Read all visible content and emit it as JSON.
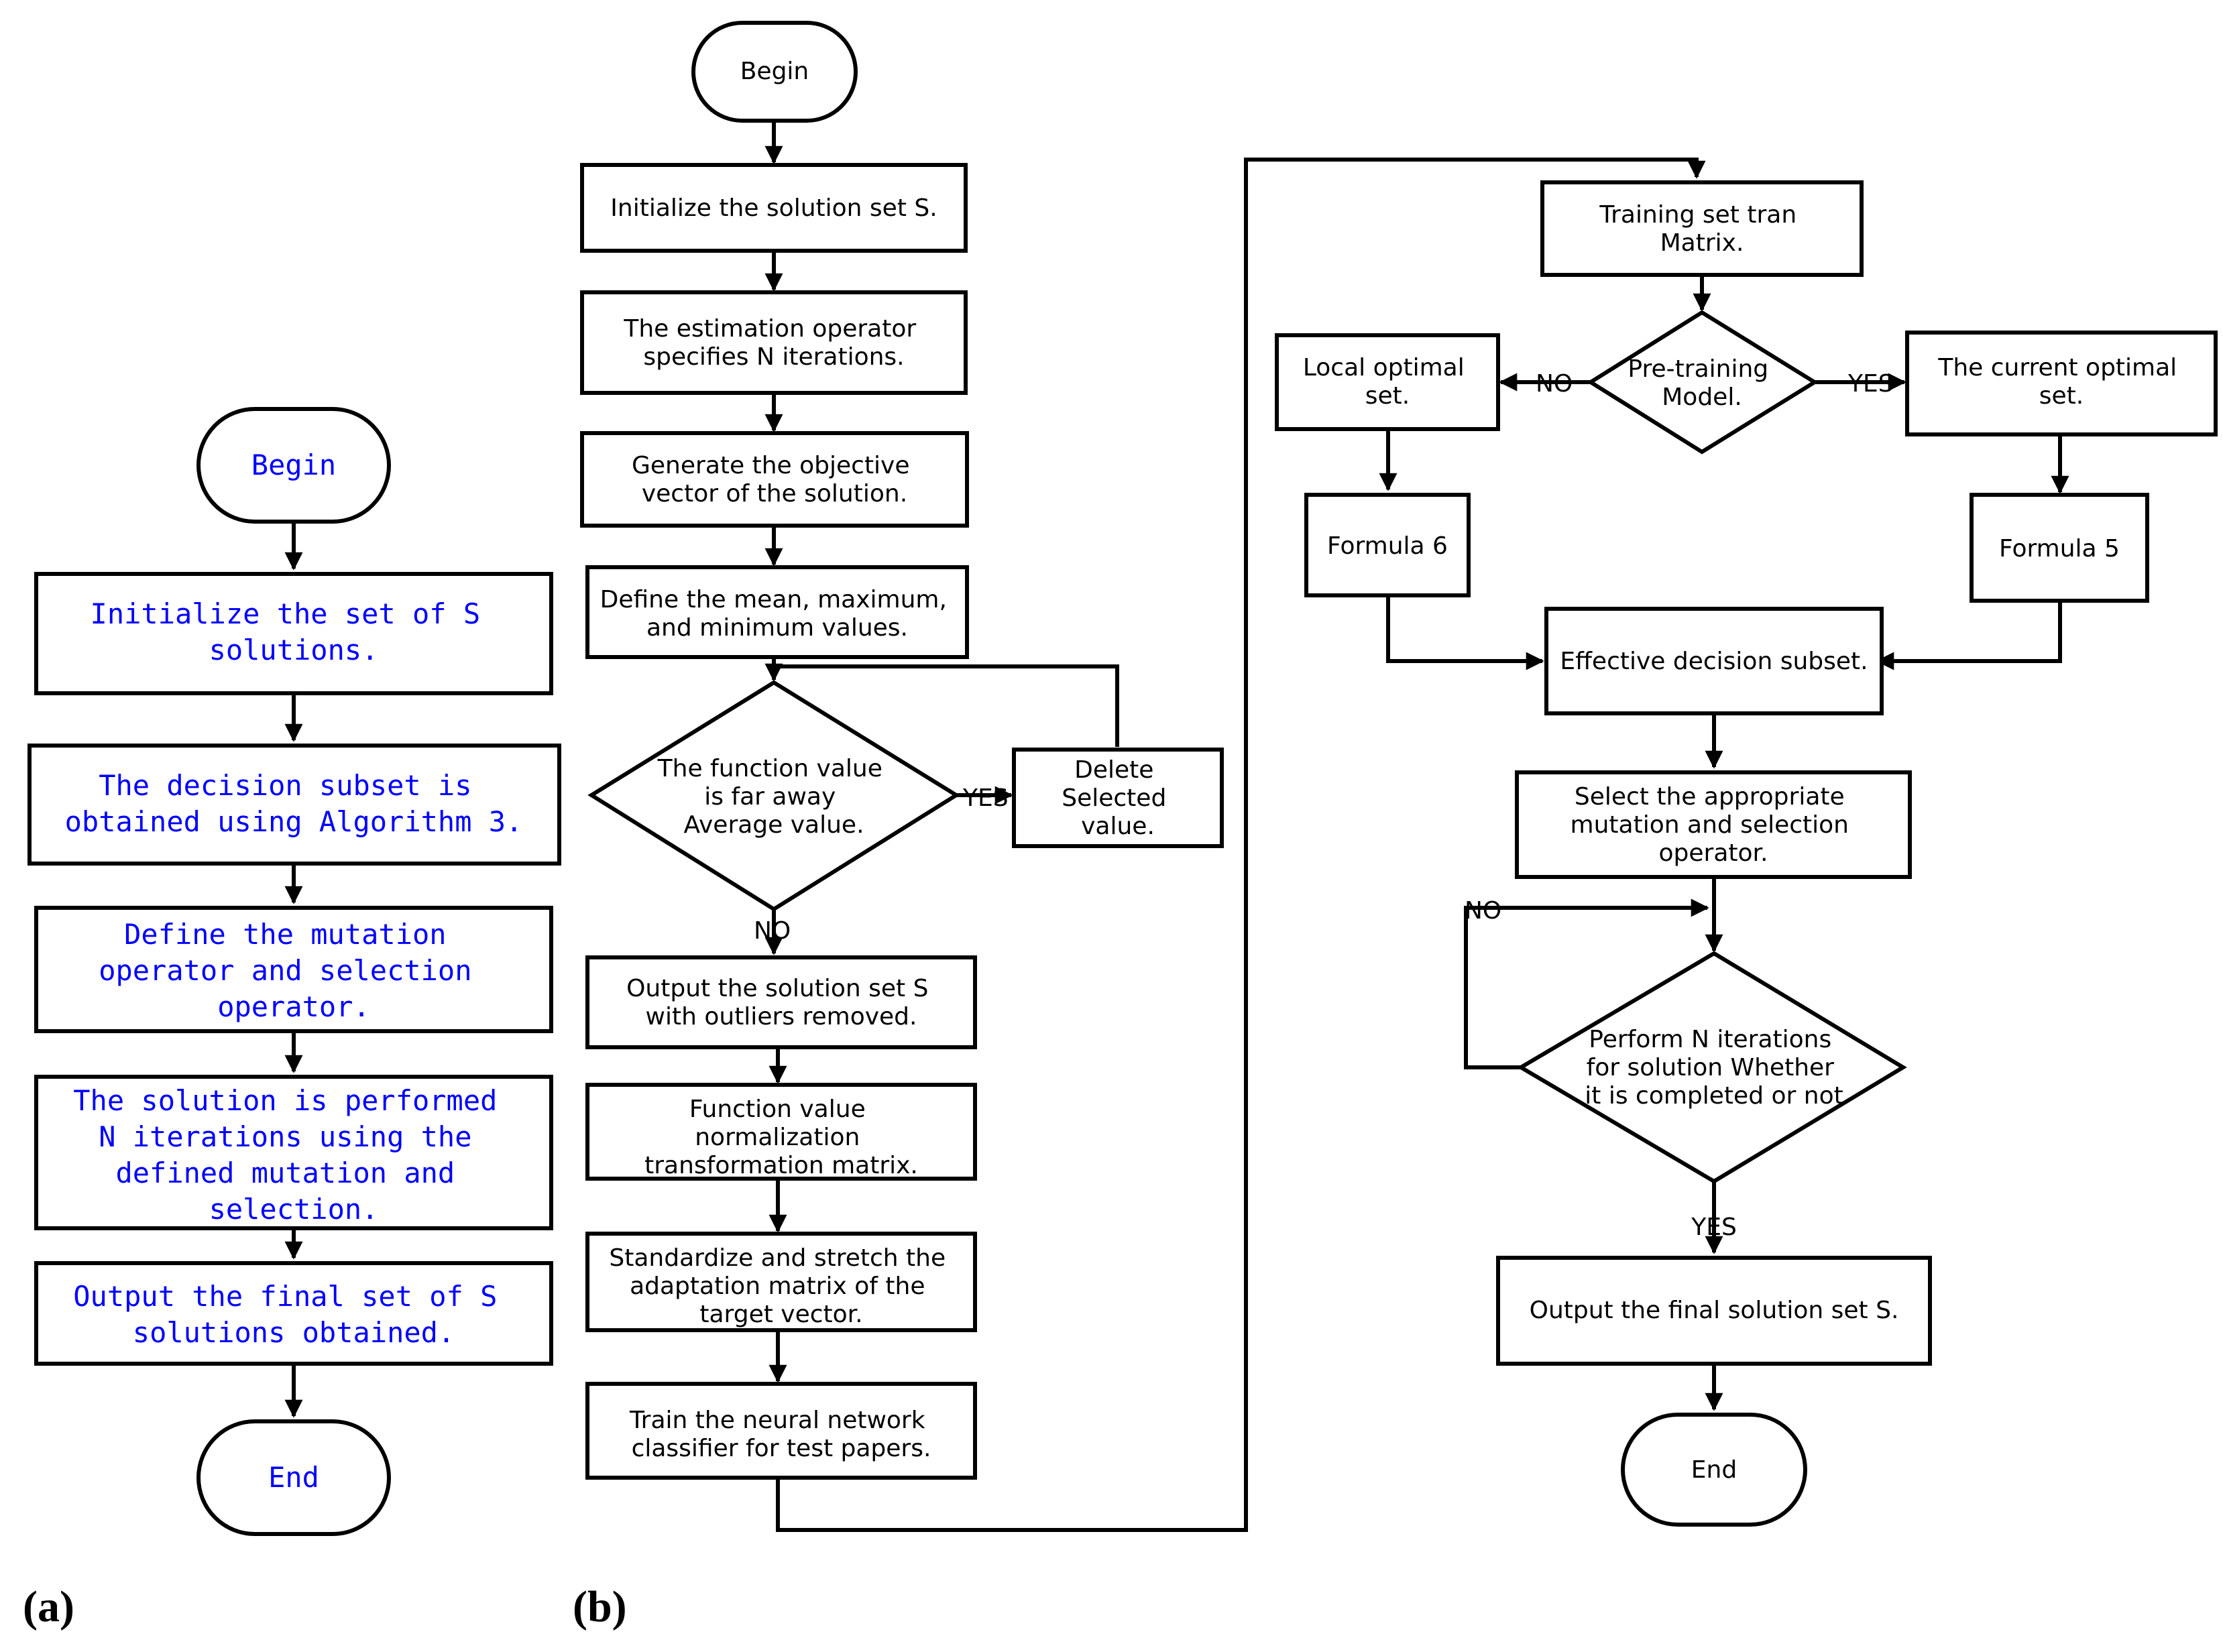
{
  "panel_a": {
    "label": "(a)",
    "begin": "Begin",
    "step1": [
      "Initialize the set of S",
      "solutions."
    ],
    "step2": [
      "The decision subset is",
      "obtained using Algorithm 3."
    ],
    "step3": [
      "Define the mutation",
      "operator and selection",
      "operator."
    ],
    "step4": [
      "The solution is performed",
      "N iterations using the",
      "defined mutation and",
      "selection."
    ],
    "step5": [
      "Output the final set of S",
      "solutions obtained."
    ],
    "end": "End"
  },
  "panel_b": {
    "label": "(b)",
    "begin": "Begin",
    "init": "Initialize the solution set S.",
    "estimation": [
      "The estimation operator",
      "specifies N iterations."
    ],
    "objective": [
      "Generate the objective",
      "vector of the solution."
    ],
    "define_values": [
      "Define the mean, maximum,",
      "and minimum values."
    ],
    "function_decision": [
      "The function value",
      "is far away",
      "Average value."
    ],
    "delete_selected": [
      "Delete",
      "Selected",
      "value."
    ],
    "yes_label": "YES",
    "no_label": "NO",
    "output_outliers": [
      "Output the solution set S",
      "with outliers removed."
    ],
    "normalization": [
      "Function value",
      "normalization",
      "transformation matrix."
    ],
    "standardize": [
      "Standardize and stretch the",
      "adaptation matrix of the",
      "target vector."
    ],
    "train": [
      "Train the neural network",
      "classifier for test papers."
    ],
    "training_set": [
      "Training set tran",
      "Matrix."
    ],
    "pretraining": [
      "Pre-training",
      "Model."
    ],
    "local_optimal": [
      "Local optimal",
      "set."
    ],
    "current_optimal": [
      "The current optimal",
      "set."
    ],
    "pre_no": "NO",
    "pre_yes": "YES",
    "formula6": "Formula 6",
    "formula5": "Formula 5",
    "effective": "Effective decision subset.",
    "select_operator": [
      "Select the appropriate",
      "mutation and selection",
      "operator."
    ],
    "iterations_decision": [
      "Perform N iterations",
      "for solution Whether",
      "it is completed or not"
    ],
    "loop_no": "NO",
    "loop_yes": "YES",
    "output_final": "Output the final solution set S.",
    "end": "End"
  }
}
